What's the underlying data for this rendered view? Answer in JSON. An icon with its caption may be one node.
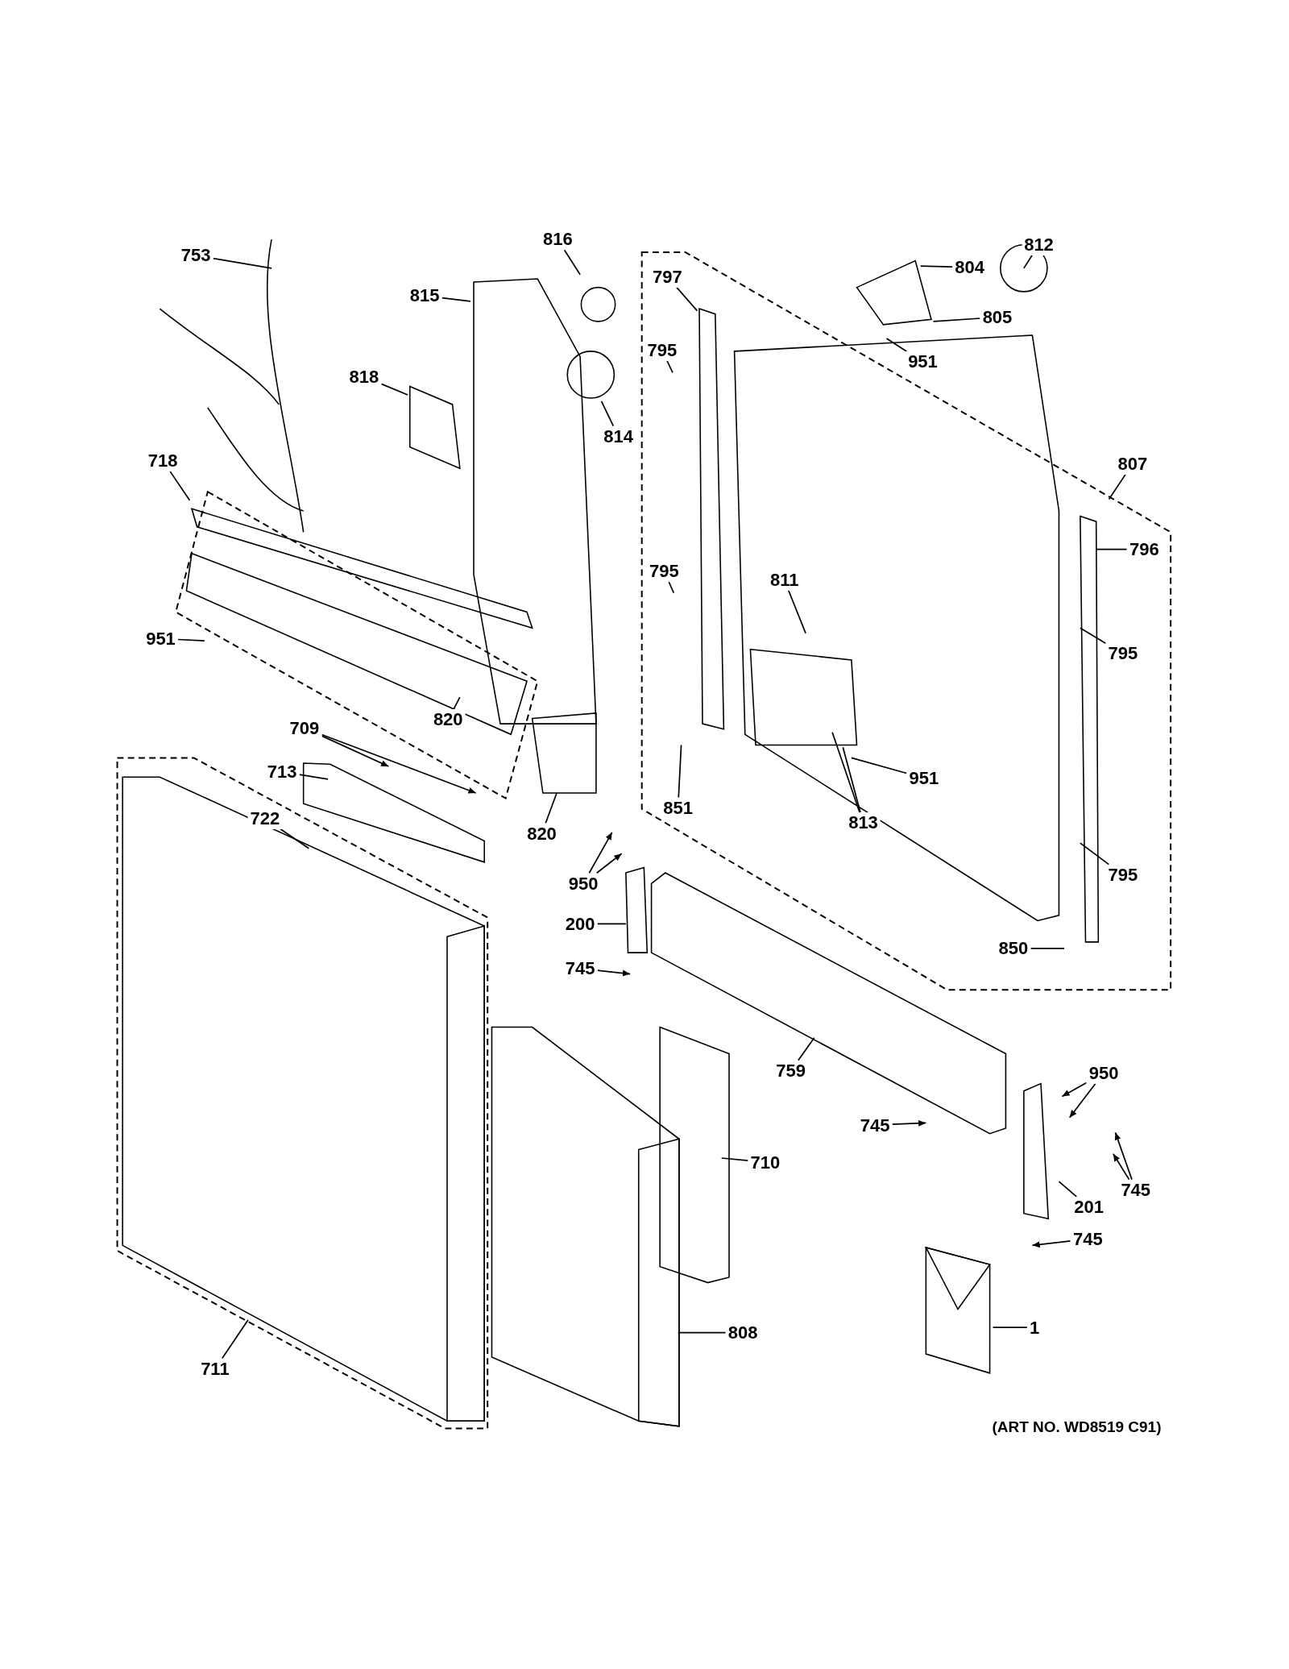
{
  "diagram": {
    "caption": "(ART NO. WD8519 C91)",
    "nodes": [
      {
        "text": [
          "753"
        ]
      },
      {
        "text": [
          "816"
        ]
      },
      {
        "text": [
          "815"
        ]
      },
      {
        "text": [
          "812"
        ]
      },
      {
        "text": [
          "804"
        ]
      },
      {
        "text": [
          "797"
        ]
      },
      {
        "text": [
          "805"
        ]
      },
      {
        "text": [
          "795"
        ]
      },
      {
        "text": [
          "951"
        ]
      },
      {
        "text": [
          "818"
        ]
      },
      {
        "text": [
          "814"
        ]
      },
      {
        "text": [
          "718"
        ]
      },
      {
        "text": [
          "807"
        ]
      },
      {
        "text": [
          "796"
        ]
      },
      {
        "text": [
          "795"
        ]
      },
      {
        "text": [
          "811"
        ]
      },
      {
        "text": [
          "951"
        ]
      },
      {
        "text": [
          "795"
        ]
      },
      {
        "text": [
          "820"
        ]
      },
      {
        "text": [
          "709"
        ]
      },
      {
        "text": [
          "713"
        ]
      },
      {
        "text": [
          "851"
        ]
      },
      {
        "text": [
          "951"
        ]
      },
      {
        "text": [
          "813"
        ]
      },
      {
        "text": [
          "820"
        ]
      },
      {
        "text": [
          "722"
        ]
      },
      {
        "text": [
          "950"
        ]
      },
      {
        "text": [
          "795"
        ]
      },
      {
        "text": [
          "200"
        ]
      },
      {
        "text": [
          "850"
        ]
      },
      {
        "text": [
          "745"
        ]
      },
      {
        "text": [
          "759"
        ]
      },
      {
        "text": [
          "950"
        ]
      },
      {
        "text": [
          "745"
        ]
      },
      {
        "text": [
          "710"
        ]
      },
      {
        "text": [
          "745"
        ]
      },
      {
        "text": [
          "201"
        ]
      },
      {
        "text": [
          "745"
        ]
      },
      {
        "text": [
          "808"
        ]
      },
      {
        "text": [
          "1"
        ]
      },
      {
        "text": [
          "711"
        ]
      }
    ],
    "edges": [
      {
        "from": 0,
        "to": null,
        "arrow": "none"
      },
      {
        "from": 1,
        "to": null,
        "arrow": "none"
      },
      {
        "from": 2,
        "to": null,
        "arrow": "none"
      },
      {
        "from": 3,
        "to": null,
        "arrow": "none"
      },
      {
        "from": 4,
        "to": null,
        "arrow": "none"
      },
      {
        "from": 5,
        "to": null,
        "arrow": "none"
      },
      {
        "from": 6,
        "to": null,
        "arrow": "none"
      },
      {
        "from": 7,
        "to": null,
        "arrow": "none"
      },
      {
        "from": 8,
        "to": null,
        "arrow": "none"
      },
      {
        "from": 9,
        "to": null,
        "arrow": "none"
      },
      {
        "from": 10,
        "to": null,
        "arrow": "none"
      },
      {
        "from": 11,
        "to": null,
        "arrow": "none"
      },
      {
        "from": 12,
        "to": null,
        "arrow": "none"
      },
      {
        "from": 13,
        "to": null,
        "arrow": "none"
      },
      {
        "from": 14,
        "to": null,
        "arrow": "none"
      },
      {
        "from": 15,
        "to": null,
        "arrow": "none"
      },
      {
        "from": 16,
        "to": null,
        "arrow": "none"
      },
      {
        "from": 17,
        "to": null,
        "arrow": "none"
      },
      {
        "from": 18,
        "to": null,
        "arrow": "none"
      },
      {
        "from": 19,
        "to": null,
        "arrow": "to"
      },
      {
        "from": 19,
        "to": null,
        "arrow": "to"
      },
      {
        "from": 20,
        "to": null,
        "arrow": "none"
      },
      {
        "from": 21,
        "to": null,
        "arrow": "none"
      },
      {
        "from": 22,
        "to": null,
        "arrow": "none"
      },
      {
        "from": 23,
        "to": null,
        "arrow": "none"
      },
      {
        "from": 23,
        "to": null,
        "arrow": "none"
      },
      {
        "from": 24,
        "to": null,
        "arrow": "none"
      },
      {
        "from": 25,
        "to": null,
        "arrow": "none"
      },
      {
        "from": 26,
        "to": null,
        "arrow": "to"
      },
      {
        "from": 26,
        "to": null,
        "arrow": "to"
      },
      {
        "from": 27,
        "to": null,
        "arrow": "none"
      },
      {
        "from": 28,
        "to": null,
        "arrow": "none"
      },
      {
        "from": 29,
        "to": null,
        "arrow": "none"
      },
      {
        "from": 30,
        "to": null,
        "arrow": "to"
      },
      {
        "from": 31,
        "to": null,
        "arrow": "none"
      },
      {
        "from": 32,
        "to": null,
        "arrow": "to"
      },
      {
        "from": 32,
        "to": null,
        "arrow": "to"
      },
      {
        "from": 33,
        "to": null,
        "arrow": "to"
      },
      {
        "from": 34,
        "to": null,
        "arrow": "none"
      },
      {
        "from": 35,
        "to": null,
        "arrow": "to"
      },
      {
        "from": 35,
        "to": null,
        "arrow": "to"
      },
      {
        "from": 36,
        "to": null,
        "arrow": "none"
      },
      {
        "from": 37,
        "to": null,
        "arrow": "to"
      },
      {
        "from": 38,
        "to": null,
        "arrow": "none"
      },
      {
        "from": 39,
        "to": null,
        "arrow": "none"
      },
      {
        "from": 40,
        "to": null,
        "arrow": "none"
      }
    ]
  }
}
